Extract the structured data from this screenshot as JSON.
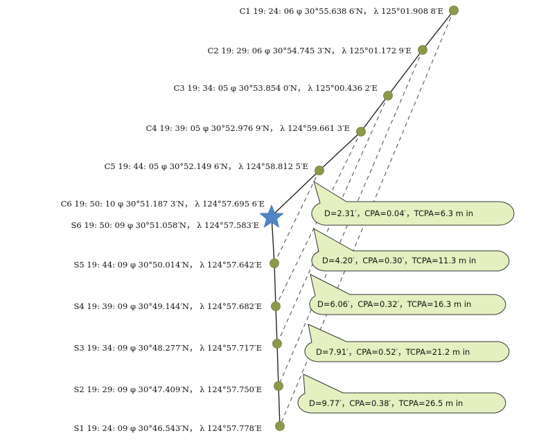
{
  "track_c": {
    "color": "#8a9a4a",
    "points": [
      {
        "id": "C1",
        "label": "C1 19: 24: 06 φ 30°55.638 6′N， λ 125°01.908 8′E"
      },
      {
        "id": "C2",
        "label": "C2 19: 29: 06 φ 30°54.745 3′N， λ 125°01.172 9′E"
      },
      {
        "id": "C3",
        "label": "C3 19: 34: 05 φ 30°53.854 0′N， λ 125°00.436 2′E"
      },
      {
        "id": "C4",
        "label": "C4 19: 39: 05 φ 30°52.976 9′N， λ 124°59.661 3′E"
      },
      {
        "id": "C5",
        "label": "C5 19: 44: 05 φ 30°52.149 6′N， λ 124°58.812 5′E"
      },
      {
        "id": "C6",
        "label": "C6 19: 50: 10 φ 30°51.187 3′N， λ 124°57.695 6′E"
      }
    ]
  },
  "track_s": {
    "points": [
      {
        "id": "S6",
        "label": "S6 19: 50: 09 φ 30°51.058′N， λ 124°57.583′E"
      },
      {
        "id": "S5",
        "label": "S5 19: 44: 09 φ 30°50.014′N， λ 124°57.642′E"
      },
      {
        "id": "S4",
        "label": "S4 19: 39: 09 φ 30°49.144′N， λ 124°57.682′E"
      },
      {
        "id": "S3",
        "label": "S3 19: 34: 09 φ 30°48.277′N， λ 124°57.717′E"
      },
      {
        "id": "S2",
        "label": "S2 19: 29: 09 φ 30°47.409′N， λ 124°57.750′E"
      },
      {
        "id": "S1",
        "label": "S1 19: 24: 09 φ 30°46.543′N， λ 124°57.778′E"
      }
    ]
  },
  "encounter_marker": {
    "icon": "star-icon",
    "color": "#4f86c6"
  },
  "callouts": [
    {
      "text": "D=2.31′，CPA=0.04′，TCPA=6.3 m in"
    },
    {
      "text": "D=4.20′，CPA=0.30′，TCPA=11.3 m in"
    },
    {
      "text": "D=6.06′，CPA=0.32′，TCPA=16.3 m in"
    },
    {
      "text": "D=7.91′，CPA=0.52′，TCPA=21.2 m in"
    },
    {
      "text": "D=9.77′，CPA=0.38′，TCPA=26.5 m in"
    }
  ],
  "colors": {
    "callout_fill": "#e4f0c0",
    "callout_stroke": "#333333",
    "point_fill": "#8a9a4a"
  }
}
